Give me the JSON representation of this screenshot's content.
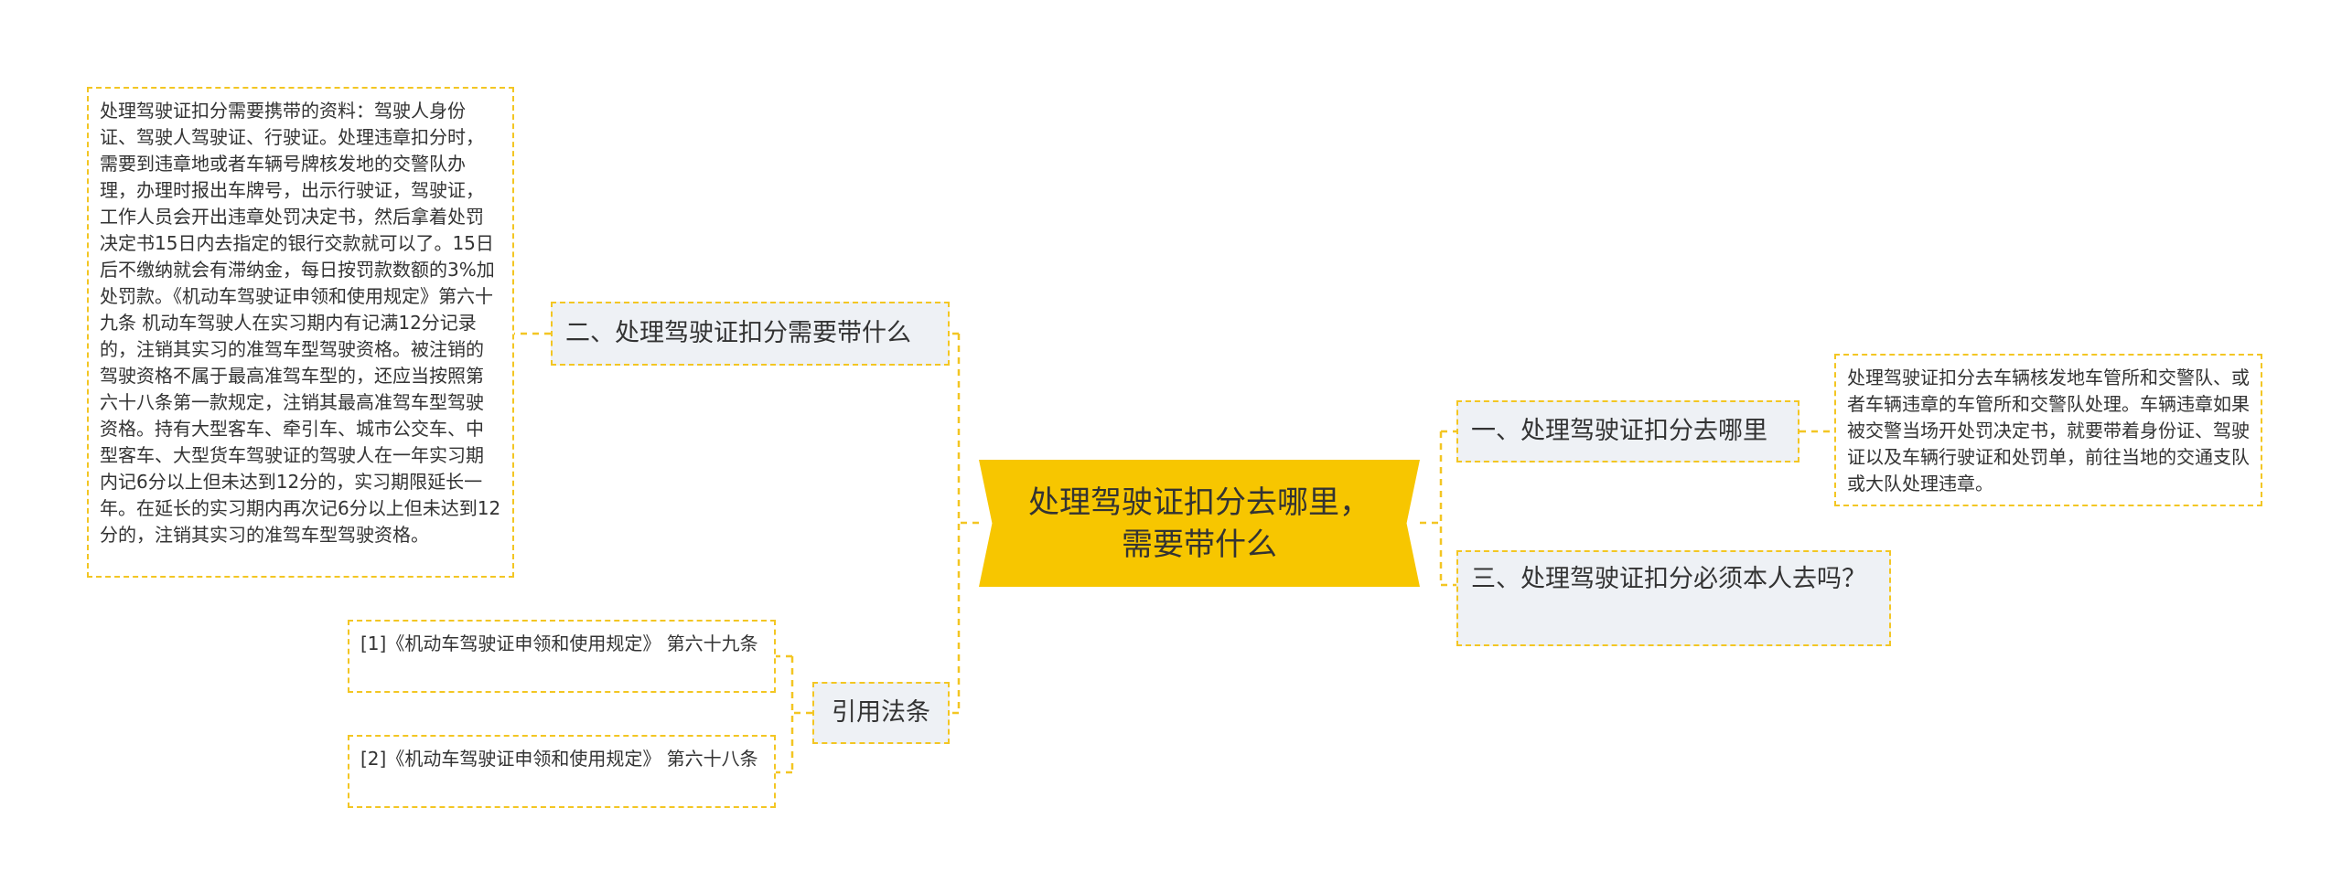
{
  "mindmap": {
    "central": {
      "title": "处理驾驶证扣分去哪里，需要带什么"
    },
    "branches": {
      "where": {
        "label": "一、处理驾驶证扣分去哪里",
        "detail": "处理驾驶证扣分去车辆核发地车管所和交警队、或者车辆违章的车管所和交警队处理。车辆违章如果被交警当场开处罚决定书，就要带着身份证、驾驶证以及车辆行驶证和处罚单，前往当地的交通支队或大队处理违章。"
      },
      "what_to_bring": {
        "label": "二、处理驾驶证扣分需要带什么",
        "detail": "处理驾驶证扣分需要携带的资料：驾驶人身份证、驾驶人驾驶证、行驶证。处理违章扣分时，需要到违章地或者车辆号牌核发地的交警队办理，办理时报出车牌号，出示行驶证，驾驶证，工作人员会开出违章处罚决定书，然后拿着处罚决定书15日内去指定的银行交款就可以了。15日后不缴纳就会有滞纳金，每日按罚款数额的3%加处罚款。《机动车驾驶证申领和使用规定》第六十九条 机动车驾驶人在实习期内有记满12分记录的，注销其实习的准驾车型驾驶资格。被注销的驾驶资格不属于最高准驾车型的，还应当按照第六十八条第一款规定，注销其最高准驾车型驾驶资格。持有大型客车、牵引车、城市公交车、中型客车、大型货车驾驶证的驾驶人在一年实习期内记6分以上但未达到12分的，实习期限延长一年。在延长的实习期内再次记6分以上但未达到12分的，注销其实习的准驾车型驾驶资格。"
      },
      "in_person": {
        "label": "三、处理驾驶证扣分必须本人去吗？"
      },
      "citations": {
        "label": "引用法条",
        "items": [
          "[1]《机动车驾驶证申领和使用规定》 第六十九条",
          "[2]《机动车驾驶证申领和使用规定》 第六十八条"
        ]
      }
    }
  },
  "colors": {
    "central_fill": "#f7c600",
    "branch_fill": "#eef1f5",
    "dashed_border": "#f3c623",
    "connector": "#f3c623",
    "text": "#333333"
  }
}
